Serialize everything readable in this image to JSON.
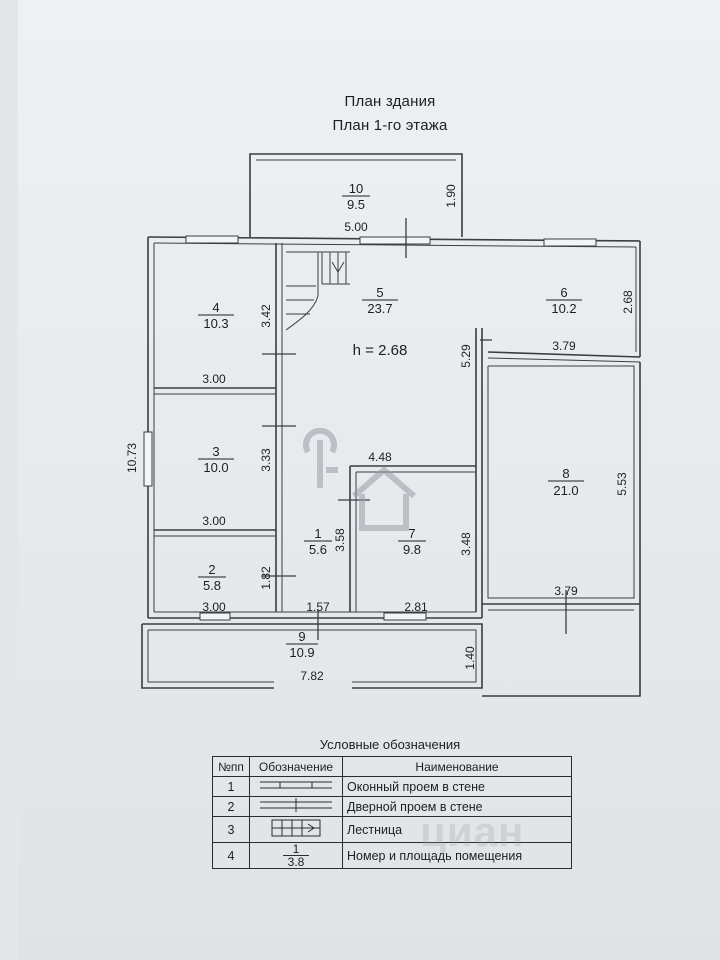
{
  "header": {
    "title": "План здания",
    "subtitle": "План 1-го этажа"
  },
  "rooms": [
    {
      "number": "10",
      "area": "9.5"
    },
    {
      "number": "5",
      "area": "23.7"
    },
    {
      "number": "6",
      "area": "10.2"
    },
    {
      "number": "4",
      "area": "10.3"
    },
    {
      "number": "3",
      "area": "10.0"
    },
    {
      "number": "8",
      "area": "21.0"
    },
    {
      "number": "1",
      "area": "5.6"
    },
    {
      "number": "7",
      "area": "9.8"
    },
    {
      "number": "2",
      "area": "5.8"
    },
    {
      "number": "9",
      "area": "10.9"
    }
  ],
  "height_label": "h = 2.68",
  "dimensions": [
    "1.90",
    "5.00",
    "2.68",
    "3.79",
    "3.42",
    "5.29",
    "3.00",
    "10.73",
    "3.33",
    "4.48",
    "5.53",
    "3.00",
    "3.58",
    "3.48",
    "1.82",
    "3.79",
    "3.00",
    "1.57",
    "2.81",
    "1.40",
    "7.82"
  ],
  "legend": {
    "title": "Условные обозначения",
    "headers": [
      "№пп",
      "Обозначение",
      "Наименование"
    ],
    "rows": [
      {
        "num": "1",
        "symbol": "window-opening-symbol",
        "name": "Оконный проем в стене"
      },
      {
        "num": "2",
        "symbol": "door-opening-symbol",
        "name": "Дверной проем в стене"
      },
      {
        "num": "3",
        "symbol": "staircase-symbol",
        "name": "Лестница"
      },
      {
        "num": "4",
        "symbol": "room-label-symbol",
        "name": "Номер и площадь помещения"
      }
    ],
    "sample_number": "1",
    "sample_area": "3.8"
  },
  "watermark": "циан"
}
